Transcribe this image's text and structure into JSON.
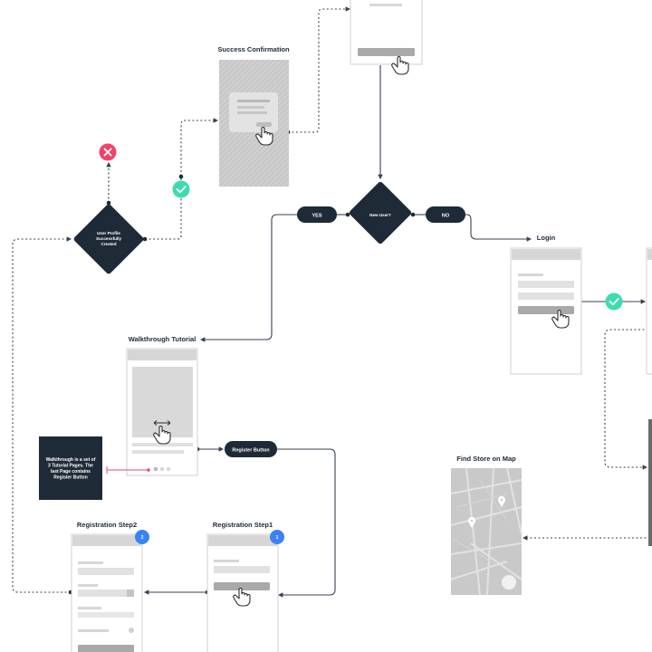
{
  "diagram": {
    "screens": {
      "success_confirmation": {
        "title": "Success Confirmation"
      },
      "login": {
        "title": "Login"
      },
      "walkthrough": {
        "title": "Walkthrough Tutorial"
      },
      "find_store": {
        "title": "Find Store on Map"
      },
      "registration_step2": {
        "title": "Registration Step2",
        "badge": "2"
      },
      "registration_step1": {
        "title": "Registration Step1",
        "badge": "1"
      }
    },
    "decisions": {
      "user_profile": {
        "lines": [
          "User Profile",
          "Successfully",
          "Created"
        ]
      },
      "new_user": {
        "lines": [
          "New User?"
        ]
      }
    },
    "pills": {
      "yes": "YES",
      "no": "NO",
      "register_button": "Register Button"
    },
    "note": {
      "lines": [
        "Walkthrough is a set of",
        "3 Tutorial Pages. The",
        "last Page contains",
        "Register Button"
      ]
    },
    "colors": {
      "dark": "#1f2a37",
      "connector": "#374151",
      "success": "#3ddcb0",
      "error": "#f0456b",
      "badge": "#3b82f6",
      "note_link": "#e8457a",
      "wire_bg": "#c9c9c9",
      "wire_line": "#d8d8d8"
    },
    "icons": [
      "hand-pointer-icon",
      "check-icon",
      "close-icon",
      "swipe-icon",
      "map-pin-icon"
    ]
  }
}
